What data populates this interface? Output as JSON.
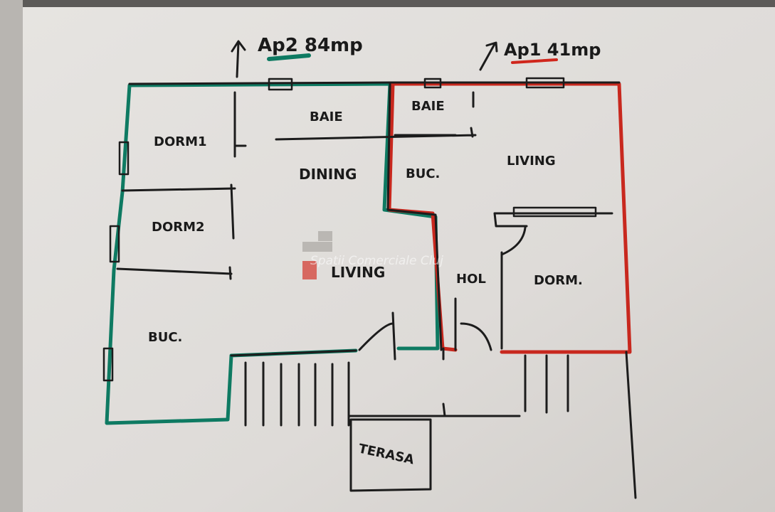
{
  "apartments": [
    {
      "label": "Ap2 84mp",
      "color": "#0e7a62"
    },
    {
      "label": "Ap1 41mp",
      "color": "#d0261c"
    }
  ],
  "rooms_ap2": [
    "DORM1",
    "BAIE",
    "DORM2",
    "DINING",
    "LIVING",
    "BUC."
  ],
  "rooms_ap1": [
    "BAIE",
    "BUC.",
    "LIVING",
    "HOL",
    "DORM."
  ],
  "terrace": "TERASA",
  "watermark": "Spatii Comerciale Cluj"
}
